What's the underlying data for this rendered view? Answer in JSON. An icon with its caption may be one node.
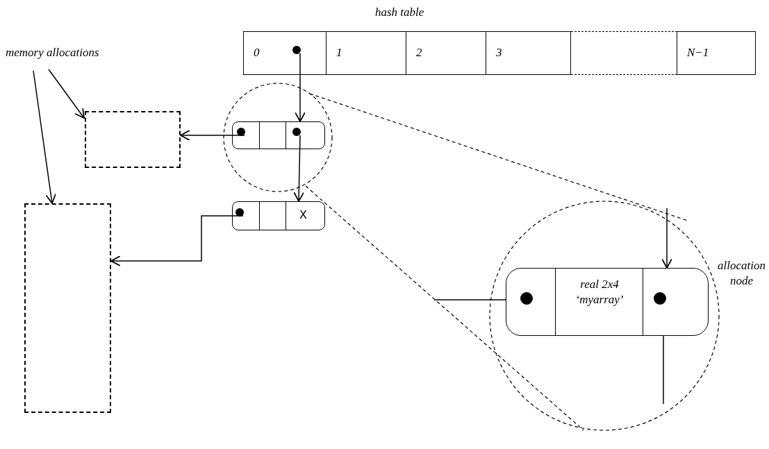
{
  "diagram": {
    "nodes": [
      {
        "text": [
          "hash table"
        ]
      },
      {
        "text": [
          "0"
        ],
        "in": 0
      },
      {
        "text": [
          "1"
        ],
        "in": 0
      },
      {
        "text": [
          "2"
        ],
        "in": 0
      },
      {
        "text": [
          "3"
        ],
        "in": 0
      },
      {
        "text": [],
        "shape": "box",
        "in": 0
      },
      {
        "text": [
          "N−1"
        ],
        "in": 0
      },
      {
        "text": [
          "memory allocations"
        ]
      },
      {
        "text": [],
        "shape": "box"
      },
      {
        "text": [],
        "shape": "box"
      },
      {
        "text": [],
        "shape": "box"
      },
      {
        "text": [
          "X"
        ]
      },
      {
        "text": [
          "real 2x4 ‘myarray’"
        ],
        "beside": [
          "allocation node"
        ]
      }
    ],
    "edges": [
      {
        "from": 1,
        "to": 10,
        "arrow": "to"
      },
      {
        "from": 10,
        "to": 8,
        "arrow": "to"
      },
      {
        "from": 10,
        "to": 11,
        "arrow": "to"
      },
      {
        "from": 11,
        "to": 9,
        "arrow": "to"
      },
      {
        "from": 7,
        "to": 8,
        "arrow": "to"
      },
      {
        "from": 7,
        "to": 9,
        "arrow": "to"
      },
      {
        "from": null,
        "to": 12,
        "arrow": "to"
      },
      {
        "from": null,
        "to": 12,
        "arrow": "none"
      },
      {
        "from": 12,
        "to": null,
        "arrow": "none"
      }
    ]
  }
}
